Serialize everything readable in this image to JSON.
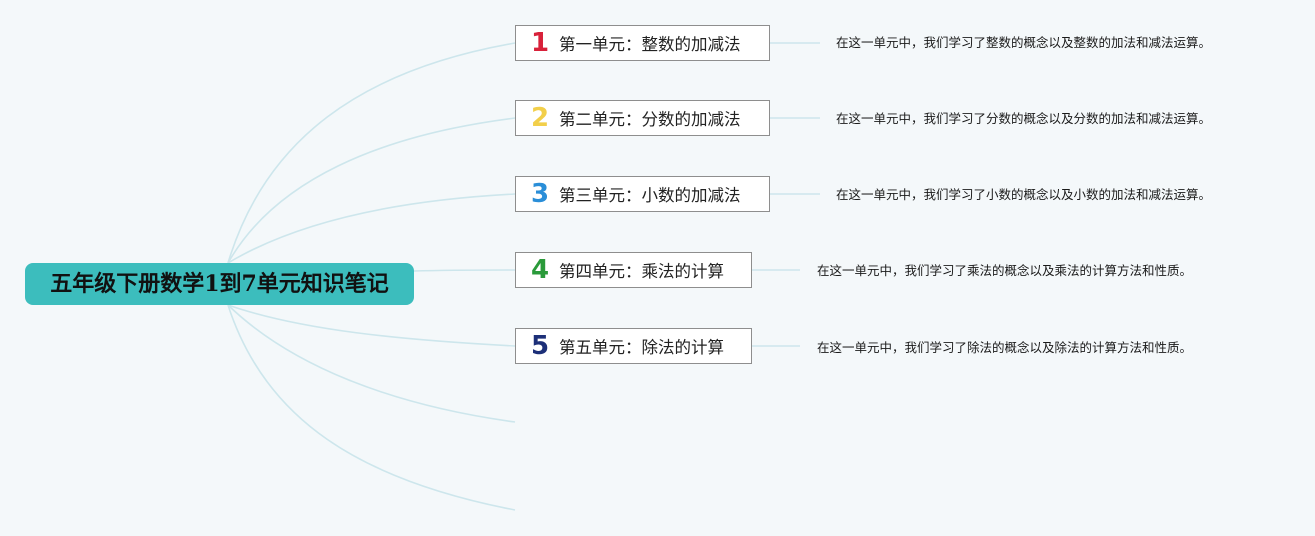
{
  "root": {
    "title": "五年级下册数学1到7单元知识笔记"
  },
  "units": [
    {
      "number": "1",
      "label": "第一单元：整数的加减法",
      "note": "在这一单元中，我们学习了整数的概念以及整数的加法和减法运算。",
      "color": "#d8213a"
    },
    {
      "number": "2",
      "label": "第二单元：分数的加减法",
      "note": "在这一单元中，我们学习了分数的概念以及分数的加法和减法运算。",
      "color": "#f2cf4a"
    },
    {
      "number": "3",
      "label": "第三单元：小数的加减法",
      "note": "在这一单元中，我们学习了小数的概念以及小数的加法和减法运算。",
      "color": "#2a8ed8"
    },
    {
      "number": "4",
      "label": "第四单元：乘法的计算",
      "note": "在这一单元中，我们学习了乘法的概念以及乘法的计算方法和性质。",
      "color": "#2a9a3a"
    },
    {
      "number": "5",
      "label": "第五单元：除法的计算",
      "note": "在这一单元中，我们学习了除法的概念以及除法的计算方法和性质。",
      "color": "#1c2f78"
    }
  ],
  "colors": {
    "root_background": "#3cbdbd",
    "connector": "#cde6ec",
    "background": "#f4f8fa"
  }
}
